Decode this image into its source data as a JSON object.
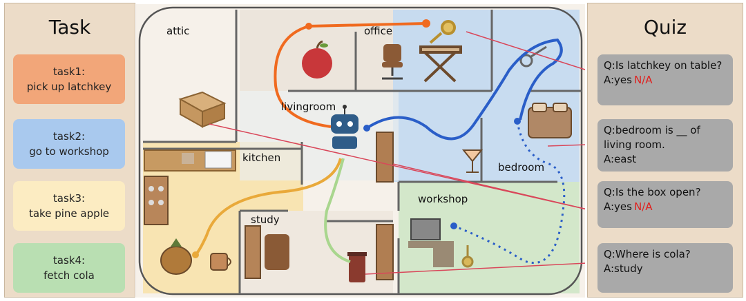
{
  "tasks": {
    "title": "Task",
    "items": [
      {
        "line1": "task1:",
        "line2": "pick up latchkey",
        "color": "#f2a679"
      },
      {
        "line1": "task2:",
        "line2": "go to workshop",
        "color": "#a9c9ee"
      },
      {
        "line1": "task3:",
        "line2": "take pine apple",
        "color": "#fcecc2"
      },
      {
        "line1": "task4:",
        "line2": "fetch cola",
        "color": "#b9dfb2"
      }
    ]
  },
  "quiz": {
    "title": "Quiz",
    "items": [
      {
        "q": "Q:Is latchkey on table?",
        "a": "A:yes",
        "wrong": "N/A"
      },
      {
        "q": "Q:bedroom is __ of living room.",
        "a": "A:east",
        "wrong": ""
      },
      {
        "q": "Q:Is the box open?",
        "a": "A:yes",
        "wrong": "N/A"
      },
      {
        "q": "Q:Where is cola?",
        "a": "A:study",
        "wrong": ""
      }
    ]
  },
  "map": {
    "rooms": {
      "attic": "attic",
      "office": "office",
      "livingroom": "livingroom",
      "kitchen": "kitchen",
      "bedroom": "bedroom",
      "workshop": "workshop",
      "study": "study"
    }
  },
  "colors": {
    "path_orange": "#f06a1f",
    "path_blue": "#2a5ec8",
    "path_yellow": "#e9a93a",
    "path_green": "#a9d68e",
    "leader_red": "#d9475a",
    "wrong_red": "#e0201e"
  }
}
